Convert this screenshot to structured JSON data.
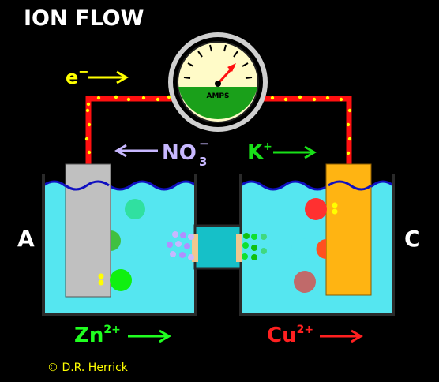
{
  "title": "ION FLOW",
  "electron": {
    "label": "e",
    "charge": "−"
  },
  "ammeter": {
    "label": "AMPS"
  },
  "anion": {
    "base": "NO",
    "sub": "3",
    "sup": "−"
  },
  "cation": {
    "base": "K",
    "sup": "+"
  },
  "electrodes": {
    "left": "A",
    "right": "C"
  },
  "zinc_ion": {
    "base": "Zn",
    "sup": "2+"
  },
  "copper_ion": {
    "base": "Cu",
    "sup": "2+"
  },
  "copyright": "© D.R. Herrick",
  "colors": {
    "solution": "#55e6f0",
    "zinc": "#c0c0c0",
    "copper": "#ffb412",
    "wire": "#ff1010",
    "wire_dots": "#ffff00",
    "nitrate": "#c8b8ff",
    "potassium": "#18e018",
    "zinc_label": "#20ff20",
    "copper_label": "#ff2020",
    "meter_face": "#fffbc8",
    "meter_green": "#1aa01a"
  }
}
